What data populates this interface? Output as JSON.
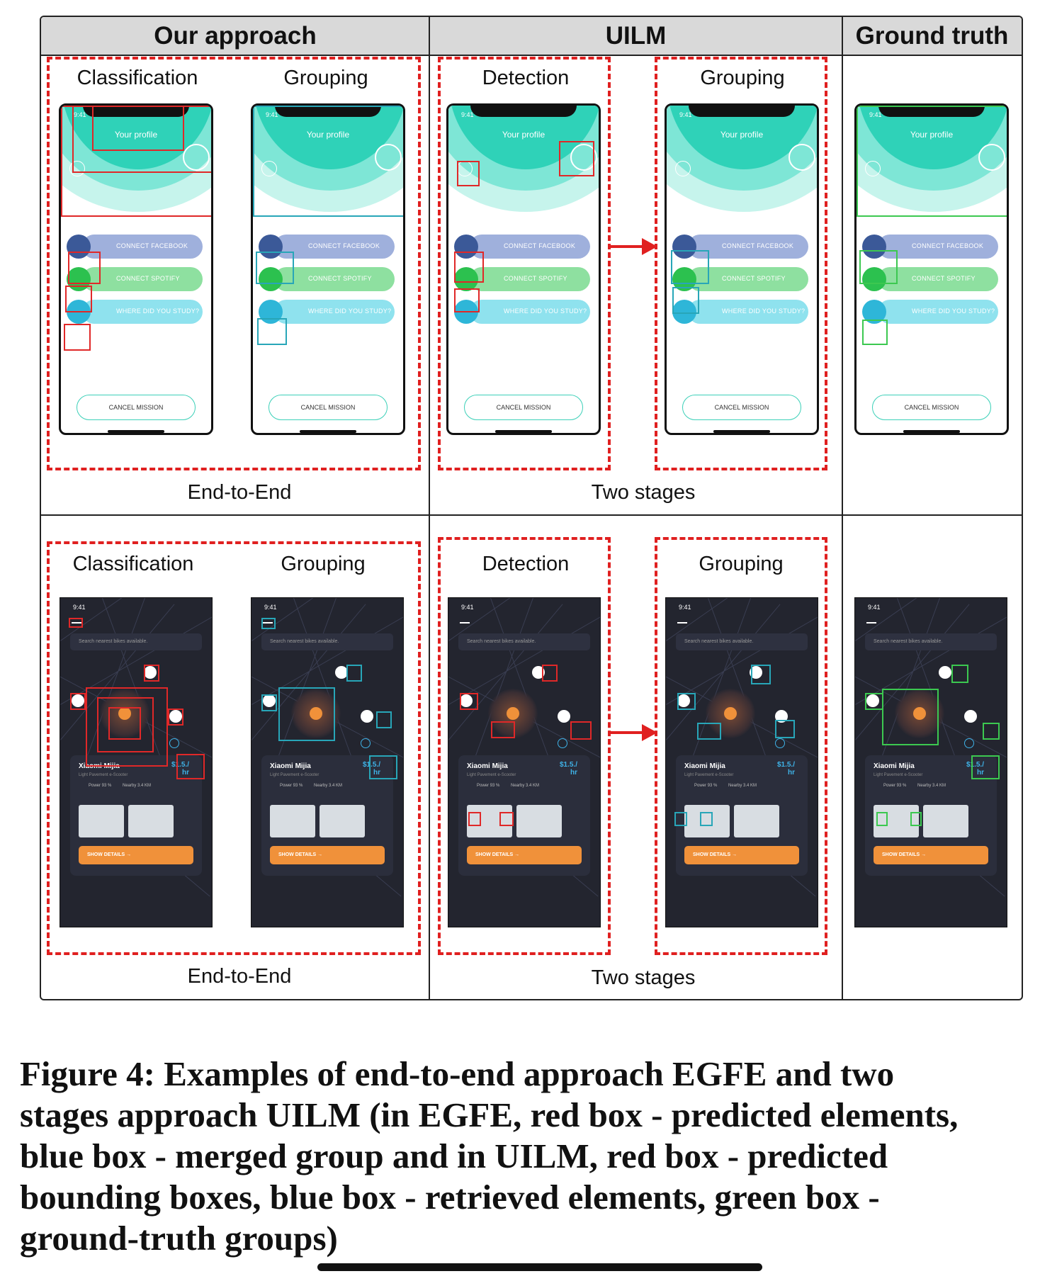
{
  "figure": {
    "headers": {
      "col1": "Our approach",
      "col2": "UILM",
      "col3": "Ground truth"
    },
    "row1": {
      "labels": {
        "classification": "Classification",
        "grouping_ours": "Grouping",
        "detection": "Detection",
        "grouping_uilm": "Grouping"
      },
      "bottom": {
        "ours": "End-to-End",
        "uilm": "Two stages"
      }
    },
    "row2": {
      "labels": {
        "classification": "Classification",
        "grouping_ours": "Grouping",
        "detection": "Detection",
        "grouping_uilm": "Grouping"
      },
      "bottom": {
        "ours": "End-to-End",
        "uilm": "Two stages"
      }
    },
    "profile_screen": {
      "time": "9:41",
      "title": "Your profile",
      "buttons": [
        "CONNECT FACEBOOK",
        "CONNECT SPOTIFY",
        "WHERE DID YOU STUDY?"
      ],
      "cancel": "CANCEL MISSION"
    },
    "map_screen": {
      "time": "9:41",
      "search_placeholder": "Search nearest bikes available.",
      "name": "Xiaomi Mijia",
      "subtitle": "Light Pavement e-Scooter",
      "price": "$1.5./",
      "price_unit": "hr",
      "power_label": "Power",
      "power_value": "93 %",
      "nearby_label": "Nearby",
      "nearby_value": "3.4 KM",
      "button": "SHOW DETAILS"
    },
    "colors": {
      "predicted": "#e02828",
      "grouped": "#28a6b8",
      "ground_truth": "#3cc850",
      "dashed": "#e02020"
    }
  },
  "caption": {
    "lines": [
      "Figure 4: Examples of end-to-end approach EGFE and two",
      "stages approach UILM (in EGFE, red box - predicted elements,",
      "blue box - merged group and in UILM, red box - predicted",
      "bounding boxes, blue box - retrieved elements, green box -",
      "ground-truth groups)"
    ]
  }
}
